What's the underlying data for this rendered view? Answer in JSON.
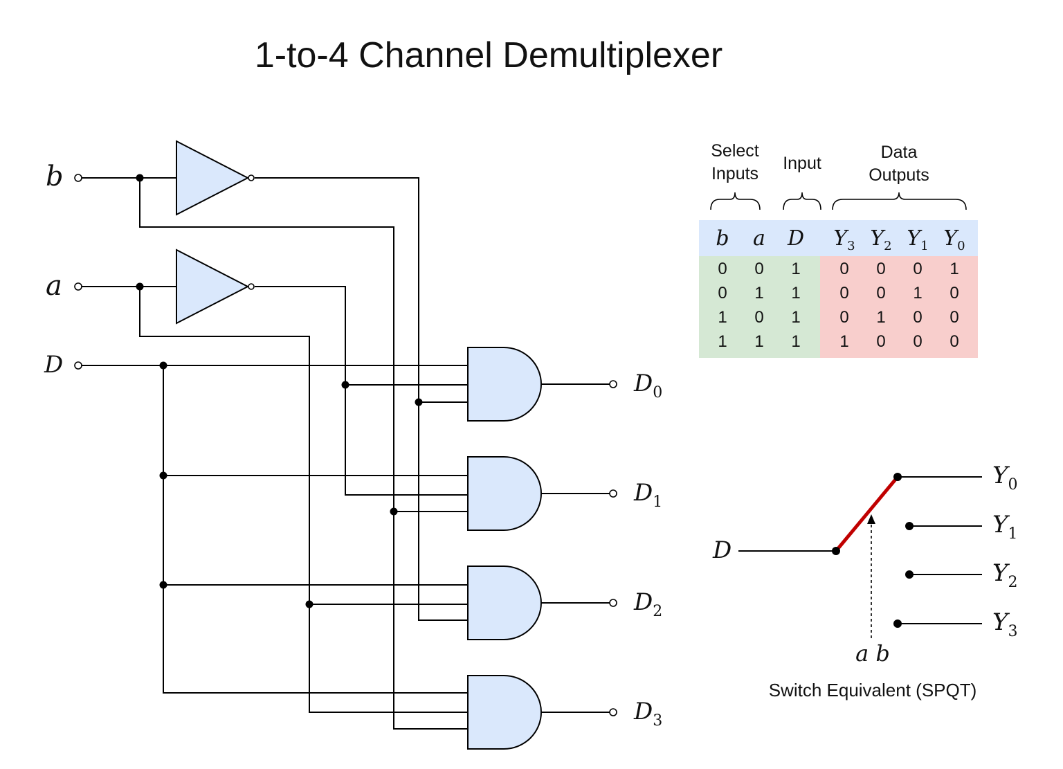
{
  "title": "1-to-4 Channel Demultiplexer",
  "circuit": {
    "inputs": [
      {
        "var": "b",
        "sub": ""
      },
      {
        "var": "a",
        "sub": ""
      },
      {
        "var": "D",
        "sub": ""
      }
    ],
    "outputs": [
      {
        "var": "D",
        "sub": "0"
      },
      {
        "var": "D",
        "sub": "1"
      },
      {
        "var": "D",
        "sub": "2"
      },
      {
        "var": "D",
        "sub": "3"
      }
    ]
  },
  "truth_table": {
    "groups": [
      {
        "line1": "Select",
        "line2": "Inputs"
      },
      {
        "line1": "Input",
        "line2": ""
      },
      {
        "line1": "Data",
        "line2": "Outputs"
      }
    ],
    "headers": [
      {
        "var": "b",
        "sub": ""
      },
      {
        "var": "a",
        "sub": ""
      },
      {
        "var": "D",
        "sub": ""
      },
      {
        "var": "Y",
        "sub": "3"
      },
      {
        "var": "Y",
        "sub": "2"
      },
      {
        "var": "Y",
        "sub": "1"
      },
      {
        "var": "Y",
        "sub": "0"
      }
    ],
    "rows": [
      [
        "0",
        "0",
        "1",
        "0",
        "0",
        "0",
        "1"
      ],
      [
        "0",
        "1",
        "1",
        "0",
        "0",
        "1",
        "0"
      ],
      [
        "1",
        "0",
        "1",
        "0",
        "1",
        "0",
        "0"
      ],
      [
        "1",
        "1",
        "1",
        "1",
        "0",
        "0",
        "0"
      ]
    ],
    "colors": {
      "header": "#dae8fc",
      "inputs": "#d5e8d4",
      "outputs": "#f8cecc"
    }
  },
  "switch": {
    "input_label": {
      "var": "D",
      "sub": ""
    },
    "outputs": [
      {
        "var": "Y",
        "sub": "0"
      },
      {
        "var": "Y",
        "sub": "1"
      },
      {
        "var": "Y",
        "sub": "2"
      },
      {
        "var": "Y",
        "sub": "3"
      }
    ],
    "control_label": "a b",
    "caption": "Switch Equivalent (SPQT)",
    "arm_color": "#c00000"
  }
}
